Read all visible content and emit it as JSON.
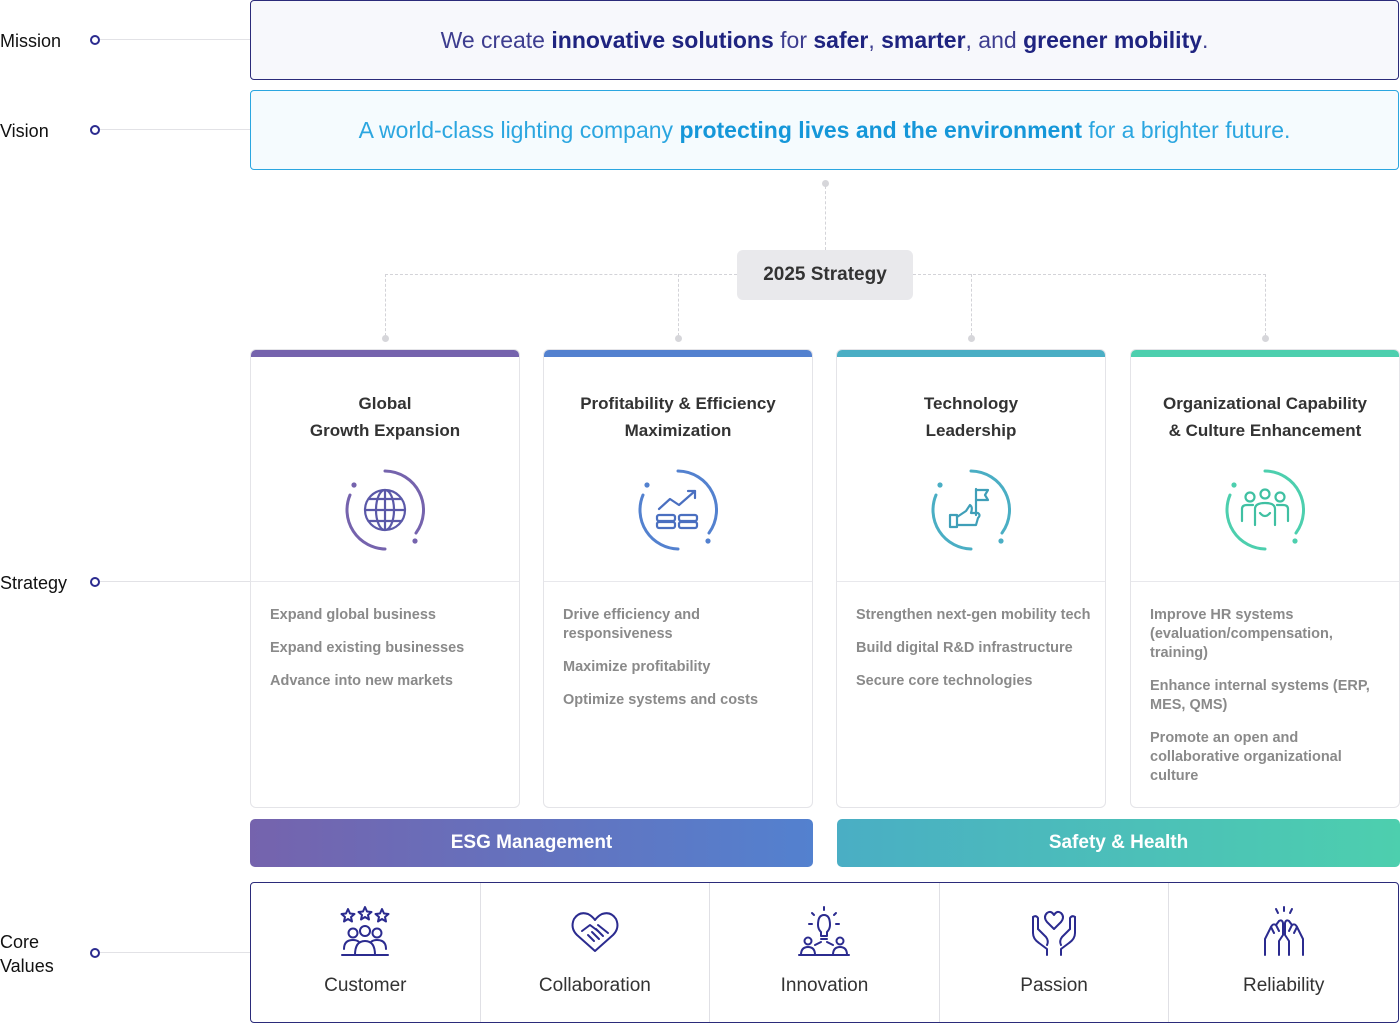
{
  "labels": {
    "mission": "Mission",
    "vision": "Vision",
    "strategy": "Strategy",
    "core_values_line1": "Core",
    "core_values_line2": "Values"
  },
  "mission": {
    "parts": [
      "We create ",
      "innovative solutions",
      " for ",
      "safer",
      ", ",
      "smarter",
      ", and ",
      "greener mobility",
      "."
    ]
  },
  "vision": {
    "parts": [
      "A world-class lighting company ",
      "protecting lives and the environment",
      " for a brighter future."
    ]
  },
  "strategy_title": "2025 Strategy",
  "strategies": [
    {
      "title": "Global\nGrowth Expansion",
      "icon": "globe-icon",
      "color": "#7563ad",
      "items": [
        "Expand global business",
        "Expand existing businesses",
        "Advance into new markets"
      ]
    },
    {
      "title": "Profitability & Efficiency\nMaximization",
      "icon": "growth-chart-icon",
      "color": "#5381cf",
      "items": [
        "Drive efficiency and responsiveness",
        "Maximize profitability",
        "Optimize systems and costs"
      ]
    },
    {
      "title": "Technology\nLeadership",
      "icon": "flag-hand-icon",
      "color": "#4aaec4",
      "items": [
        "Strengthen next-gen mobility tech",
        "Build digital R&D infrastructure",
        "Secure core technologies"
      ]
    },
    {
      "title": "Organizational Capability\n& Culture Enhancement",
      "icon": "team-icon",
      "color": "#4dcfae",
      "items": [
        "Improve HR systems (evaluation/compensation, training)",
        "Enhance internal systems (ERP, MES, QMS)",
        "Promote an open and collaborative organizational culture"
      ]
    }
  ],
  "bands": {
    "esg": "ESG Management",
    "safety": "Safety & Health"
  },
  "core_values": [
    {
      "label": "Customer",
      "icon": "customer-group-icon"
    },
    {
      "label": "Collaboration",
      "icon": "handshake-heart-icon"
    },
    {
      "label": "Innovation",
      "icon": "lightbulb-people-icon"
    },
    {
      "label": "Passion",
      "icon": "heart-hands-icon"
    },
    {
      "label": "Reliability",
      "icon": "high-five-icon"
    }
  ],
  "colors": {
    "mission_text": "#3d3d8f",
    "vision_text": "#2ba6e0",
    "core_icon": "#2b2b8f"
  }
}
